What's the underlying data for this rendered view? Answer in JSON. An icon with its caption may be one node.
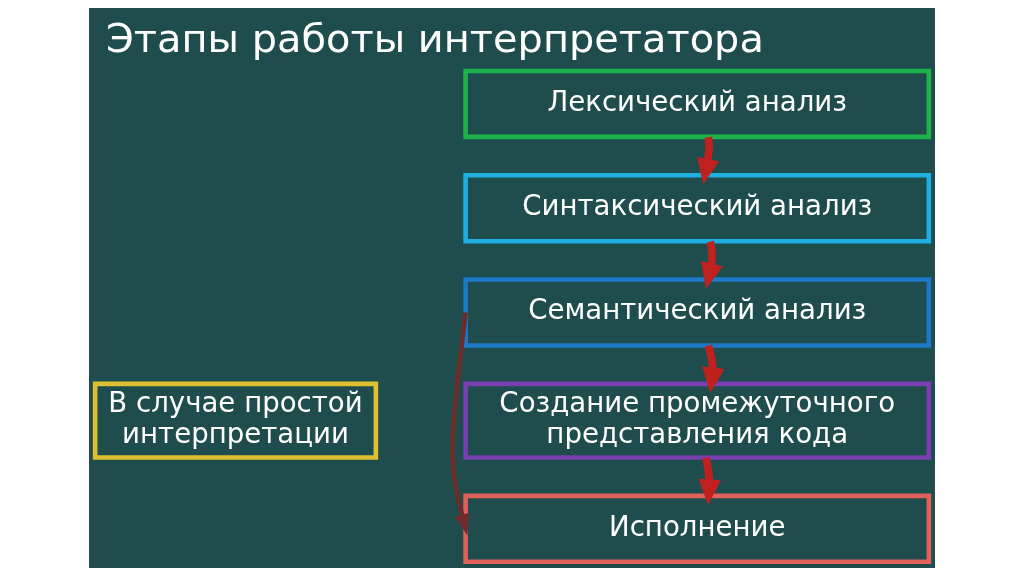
{
  "diagram": {
    "title": "Этапы работы интерпретатора",
    "nodes": [
      {
        "text": [
          "Лексический анализ"
        ]
      },
      {
        "text": [
          "Синтаксический анализ"
        ]
      },
      {
        "text": [
          "Семантический анализ"
        ]
      },
      {
        "text": [
          "Создание промежуточного представления кода"
        ]
      },
      {
        "text": [
          "Исполнение"
        ]
      },
      {
        "text": [
          "В случае простой интерпретации"
        ]
      }
    ],
    "edges": [
      {
        "from": 0,
        "to": 1,
        "arrow": "to"
      },
      {
        "from": 1,
        "to": 2,
        "arrow": "to"
      },
      {
        "from": 2,
        "to": 3,
        "arrow": "to"
      },
      {
        "from": 3,
        "to": 4,
        "arrow": "to"
      },
      {
        "from": 2,
        "to": 4,
        "arrow": "to",
        "color": "#6e2b2b"
      }
    ]
  }
}
